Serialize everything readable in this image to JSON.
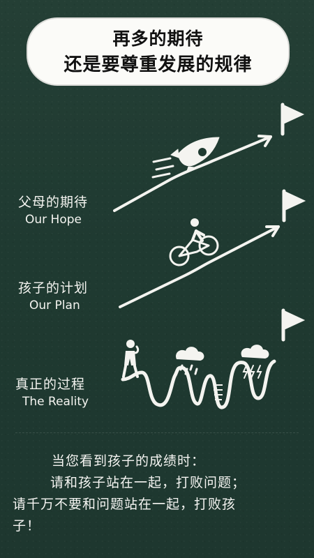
{
  "title": {
    "line1": "再多的期待",
    "line2": "还是要尊重发展的规律"
  },
  "labels": {
    "hope_cn": "父母的期待",
    "hope_en": "Our Hope",
    "plan_cn": "孩子的计划",
    "plan_en": "Our Plan",
    "reality_cn": "真正的过程",
    "reality_en": "The Reality"
  },
  "message": {
    "line1": "当您看到孩子的成绩时：",
    "line2": "请和孩子站在一起，打败问题；",
    "line3": "请千万不要和问题站在一起，打败孩",
    "line4": "子！"
  },
  "icons": {
    "hope": "rocket-icon",
    "plan": "cyclist-icon",
    "reality": "hiker-icon",
    "goal": "flag-icon"
  },
  "colors": {
    "background": "#1f3a30",
    "chalk": "#f3f3ef",
    "title_box": "#fbfbf8",
    "title_text": "#111111"
  }
}
